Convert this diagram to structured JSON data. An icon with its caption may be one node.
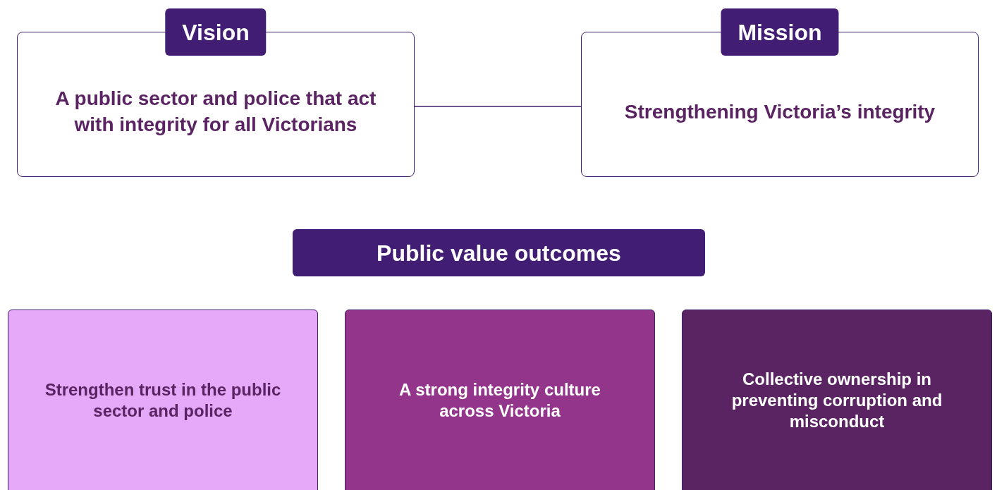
{
  "diagram": {
    "nodes": [
      {
        "text": [
          "Vision",
          "A public sector and police that act with integrity for all Victorians"
        ]
      },
      {
        "text": [
          "Mission",
          "Strengthening Victoria’s integrity"
        ]
      },
      {
        "text": [
          "Public value outcomes"
        ]
      },
      {
        "text": [
          "Strengthen trust in the public sector and police"
        ]
      },
      {
        "text": [
          "A strong integrity culture across Victoria"
        ]
      },
      {
        "text": [
          "Collective ownership in preventing corruption and misconduct"
        ]
      }
    ],
    "edges": [
      {
        "from": 0,
        "to": 1,
        "arrow": "none"
      }
    ]
  }
}
